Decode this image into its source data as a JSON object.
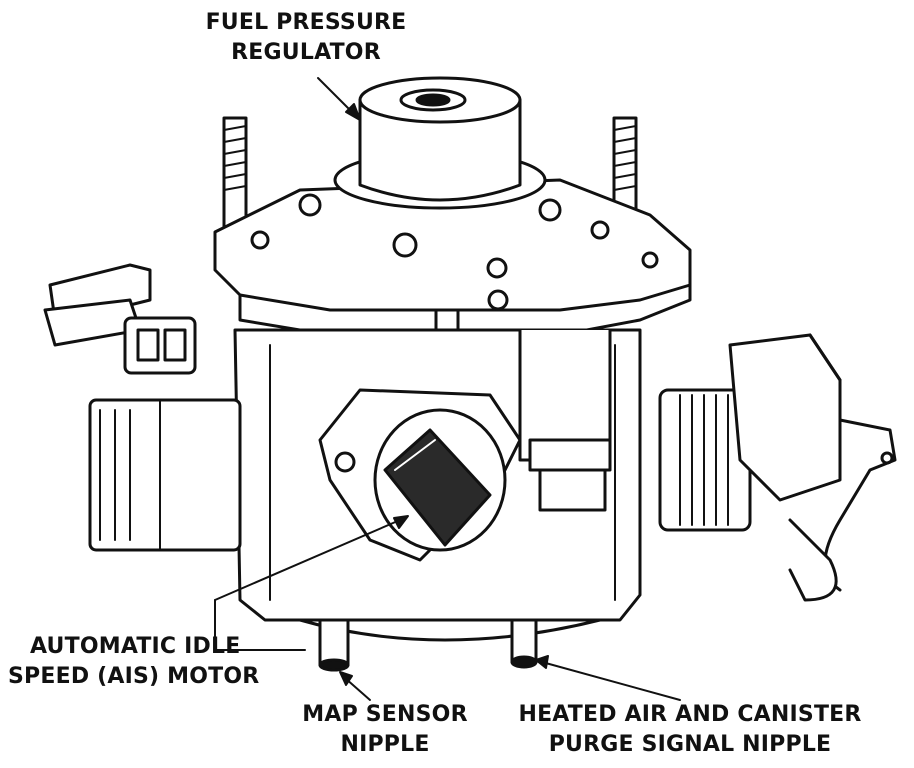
{
  "labels": {
    "fuel_pressure_regulator": [
      "FUEL PRESSURE",
      "REGULATOR"
    ],
    "ais_motor": [
      "AUTOMATIC IDLE",
      "SPEED (AIS) MOTOR"
    ],
    "map_sensor_nipple": [
      "MAP SENSOR",
      "NIPPLE"
    ],
    "heated_air_nipple": [
      "HEATED AIR AND CANISTER",
      "PURGE SIGNAL NIPPLE"
    ]
  },
  "colors": {
    "ink": "#111111",
    "paper": "#ffffff",
    "shade": "#8a8a8a"
  }
}
